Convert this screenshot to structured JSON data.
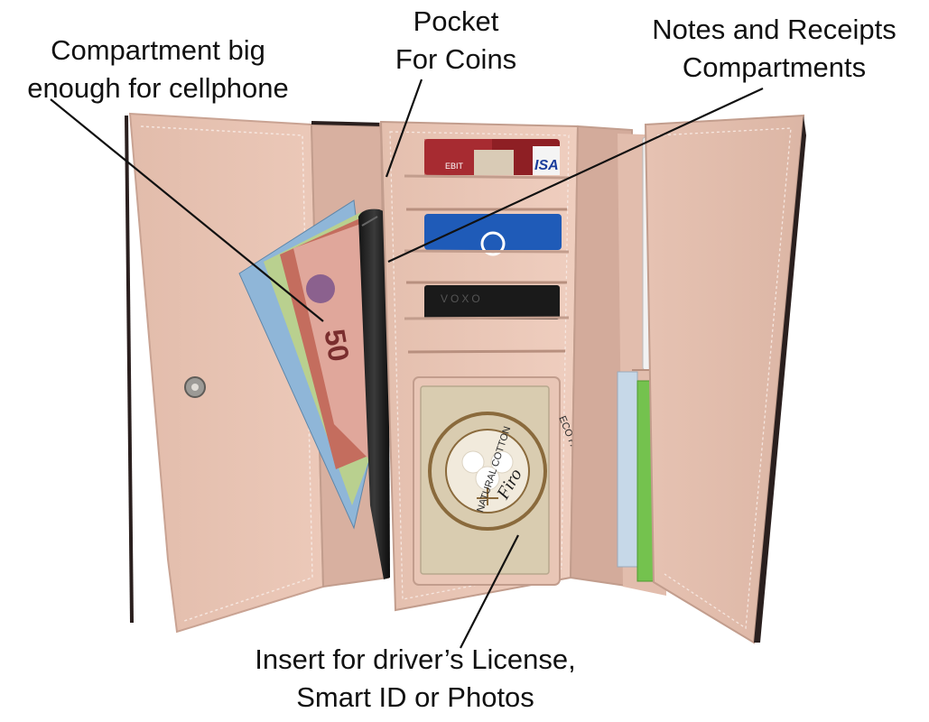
{
  "labels": {
    "cellphone": {
      "line1": "Compartment big",
      "line2": "enough for cellphone"
    },
    "coins": {
      "line1": "Pocket",
      "line2": "For Coins"
    },
    "notes": {
      "line1": "Notes and Receipts",
      "line2": "Compartments"
    },
    "license": {
      "line1": "Insert for driver’s License,",
      "line2": "Smart ID or Photos"
    }
  },
  "cards": {
    "top_card_text": "EBIT",
    "top_card_brand": "ISA",
    "black_card_text": "VOXO"
  },
  "banknote_value": "50",
  "id_window_logo": {
    "ring_text_left": "NATURAL COTTON",
    "ring_text_right": "ECO FASHION",
    "brand": "Firo"
  },
  "colors": {
    "wallet_pink": "#e8c4b4",
    "wallet_dark": "#2a1f1e",
    "id_window_tan": "#d9ccb0",
    "label_text": "#111111"
  }
}
